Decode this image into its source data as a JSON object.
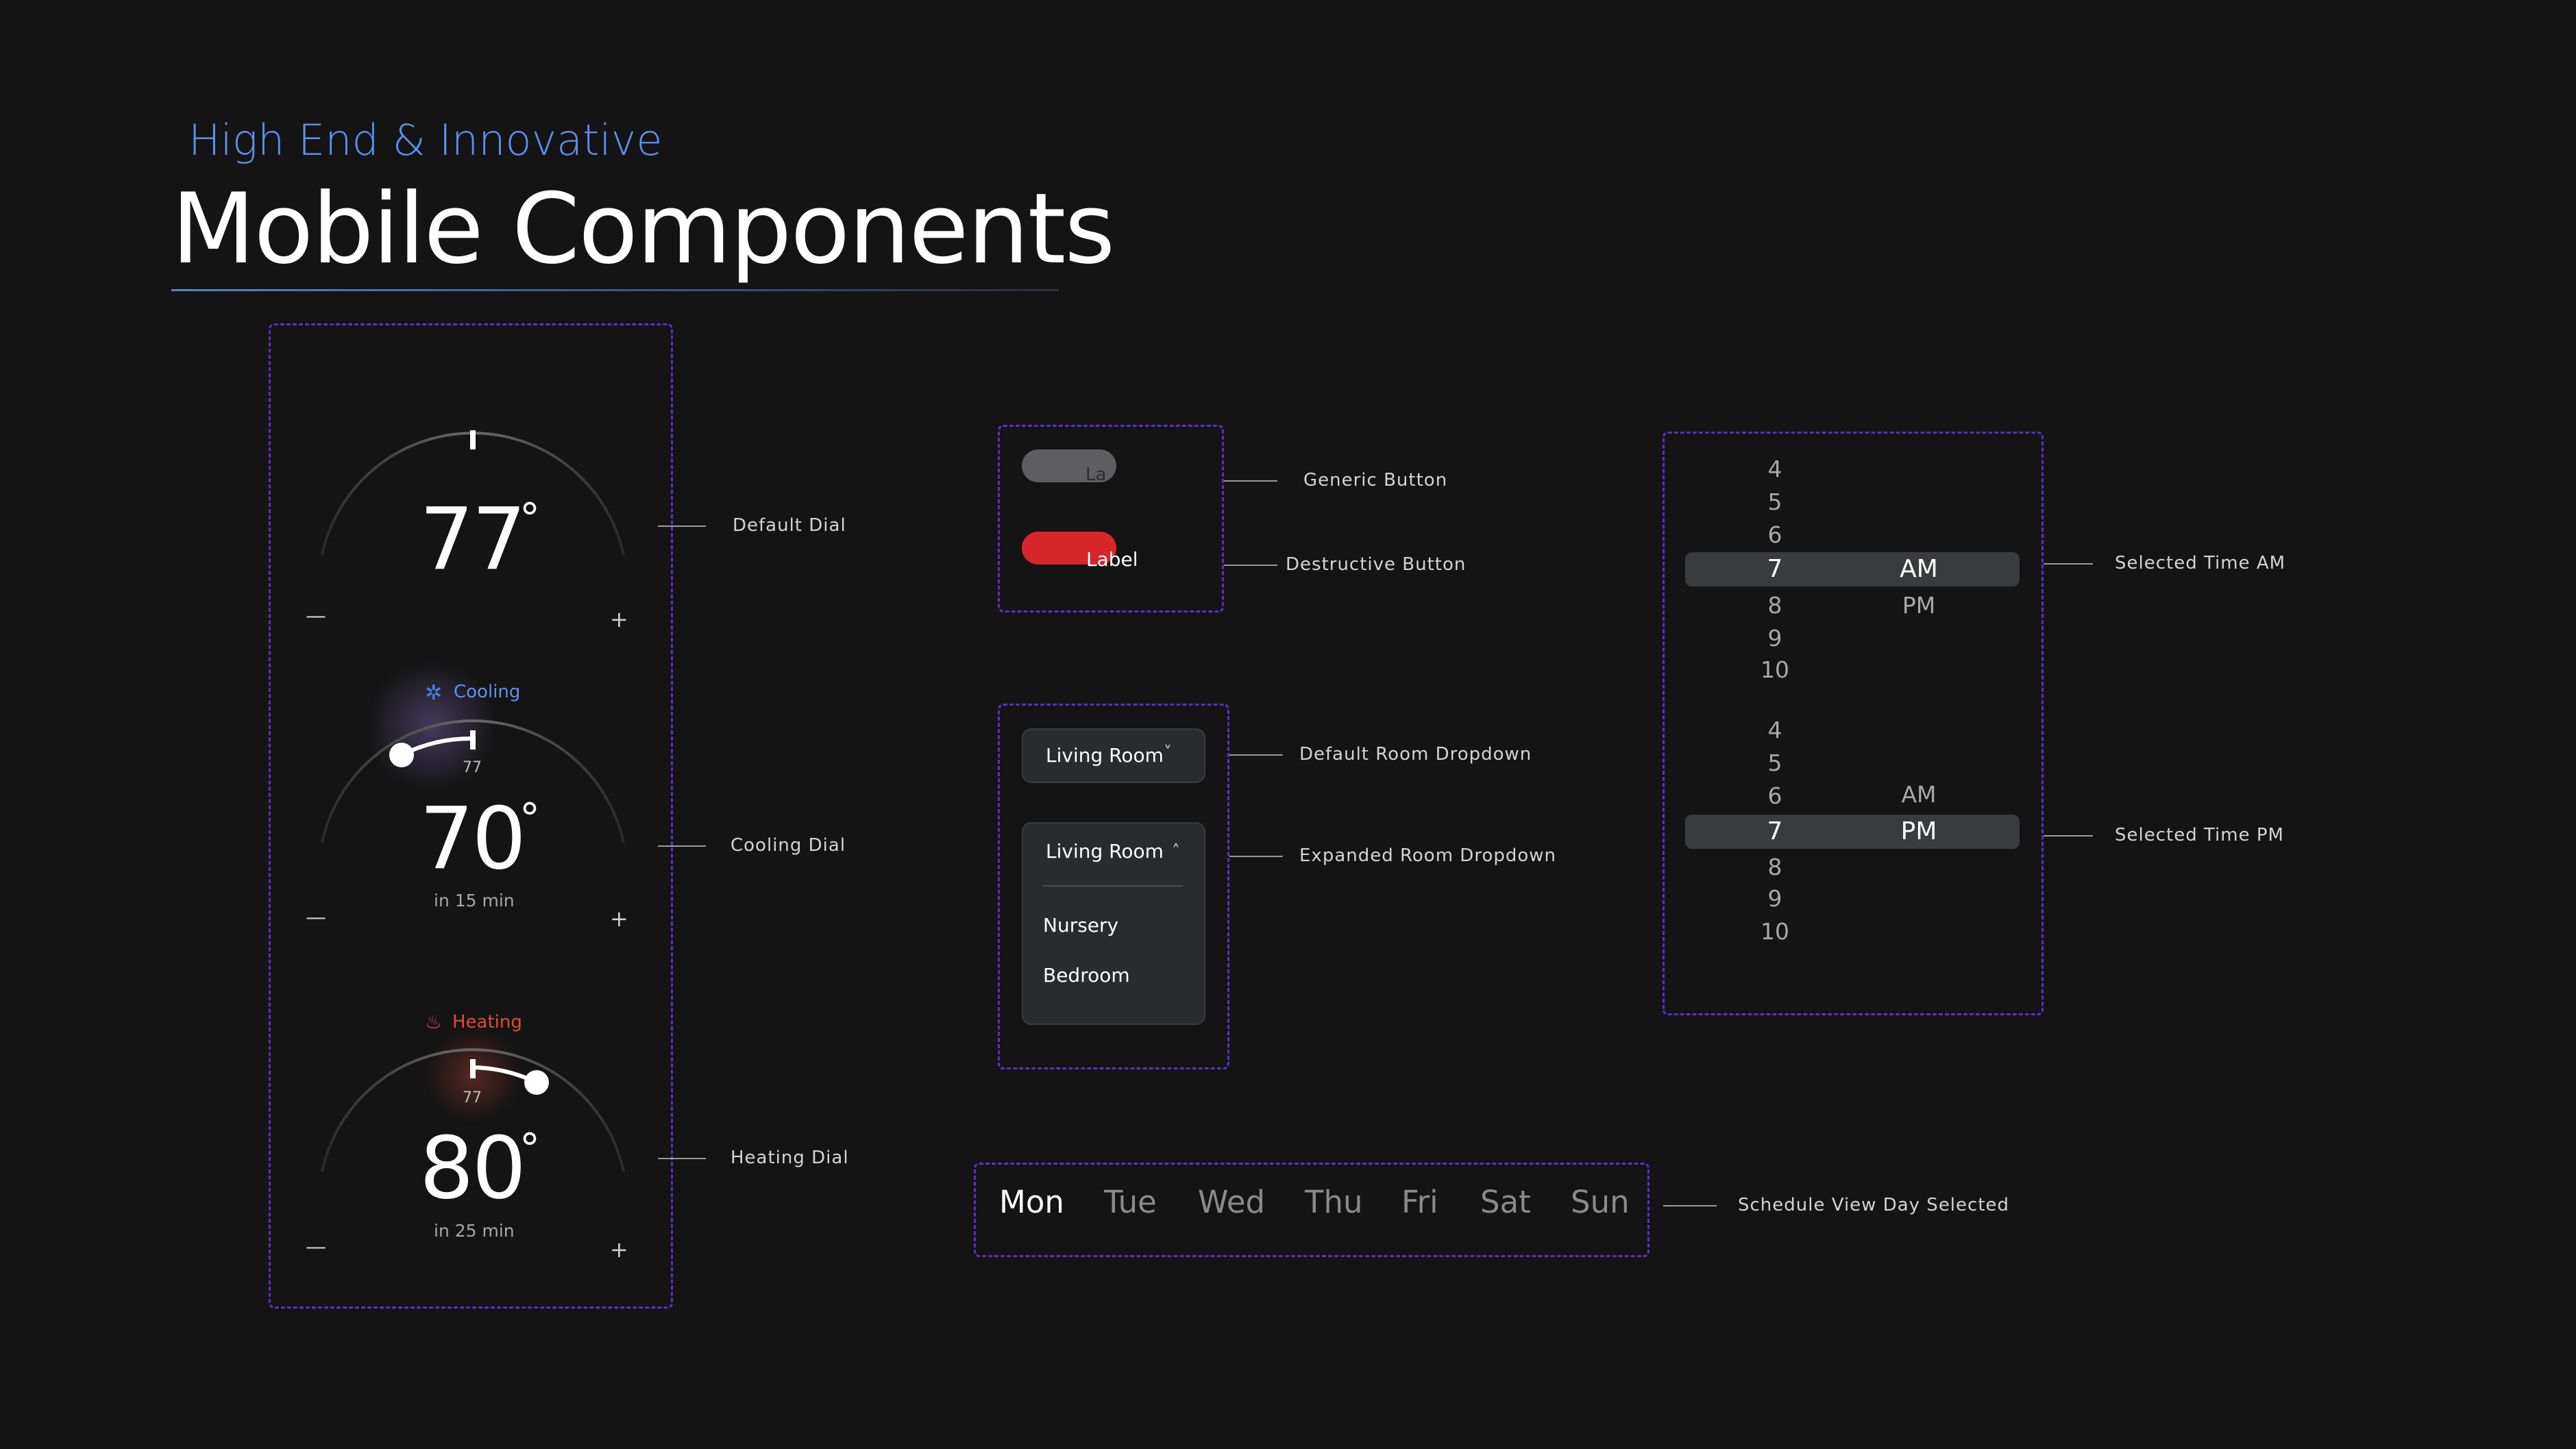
{
  "header": {
    "subtitle": "High End & Innovative",
    "title": "Mobile Components"
  },
  "dials": {
    "default": {
      "temperature": "77",
      "degree": "°",
      "minus": "—",
      "plus": "+",
      "callout": "Default Dial"
    },
    "cooling": {
      "mode_label": "Cooling",
      "setpoint": "77",
      "temperature": "70",
      "degree": "°",
      "eta": "in 15 min",
      "minus": "—",
      "plus": "+",
      "callout": "Cooling Dial"
    },
    "heating": {
      "mode_label": "Heating",
      "setpoint": "77",
      "temperature": "80",
      "degree": "°",
      "eta": "in 25 min",
      "minus": "—",
      "plus": "+",
      "callout": "Heating Dial"
    }
  },
  "buttons": {
    "generic": {
      "label": "La",
      "callout": "Generic Button",
      "color": "#5e5e62"
    },
    "destructive": {
      "label": "Label",
      "callout": "Destructive Button",
      "color": "#d8272b"
    }
  },
  "dropdowns": {
    "default": {
      "label": "Living Room",
      "chevron": "˅",
      "callout": "Default Room Dropdown"
    },
    "expanded": {
      "label": "Living Room",
      "chevron": "˄",
      "options": [
        "Nursery",
        "Bedroom"
      ],
      "callout": "Expanded Room Dropdown"
    }
  },
  "time_pickers": {
    "am": {
      "hours": [
        "4",
        "5",
        "6",
        "7",
        "8",
        "9",
        "10"
      ],
      "periods": [
        "AM",
        "PM"
      ],
      "selected_hour": "7",
      "selected_period": "AM",
      "callout": "Selected Time AM"
    },
    "pm": {
      "hours": [
        "4",
        "5",
        "6",
        "7",
        "8",
        "9",
        "10"
      ],
      "periods": [
        "AM",
        "PM"
      ],
      "selected_hour": "7",
      "selected_period": "PM",
      "callout": "Selected Time PM"
    }
  },
  "schedule": {
    "days": [
      "Mon",
      "Tue",
      "Wed",
      "Thu",
      "Fri",
      "Sat",
      "Sun"
    ],
    "selected": "Mon",
    "callout": "Schedule View Day Selected"
  },
  "colors": {
    "background": "#141414",
    "accent_blue": "#5f8ff0",
    "cooling": "#4a7fe0",
    "heating": "#e0483f",
    "frame": "#5b2fc4"
  }
}
